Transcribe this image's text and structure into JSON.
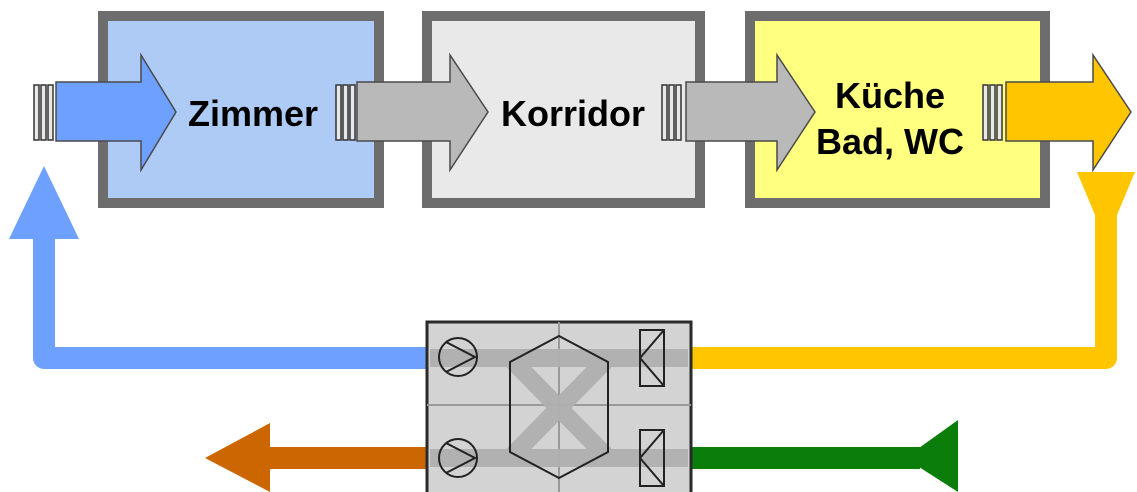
{
  "rooms": [
    {
      "label": "Zimmer",
      "fill": "#aecbf6"
    },
    {
      "label": "Korridor",
      "fill": "#e9e9e9"
    },
    {
      "label_line1": "Küche",
      "label_line2": "Bad, WC",
      "fill": "#ffff80"
    }
  ],
  "colors": {
    "supply": "#6ea0ff",
    "extract": "#ffc600",
    "transfer": "#b9b9b9",
    "exhaust": "#cc6600",
    "outdoor": "#0b7d0b",
    "room_border": "#6d6d6d",
    "unit_fill": "#d3d3d3"
  },
  "icons": [
    "fan-icon",
    "filter-icon",
    "heat-exchanger-icon",
    "vent-grille-icon",
    "hood-icon"
  ]
}
